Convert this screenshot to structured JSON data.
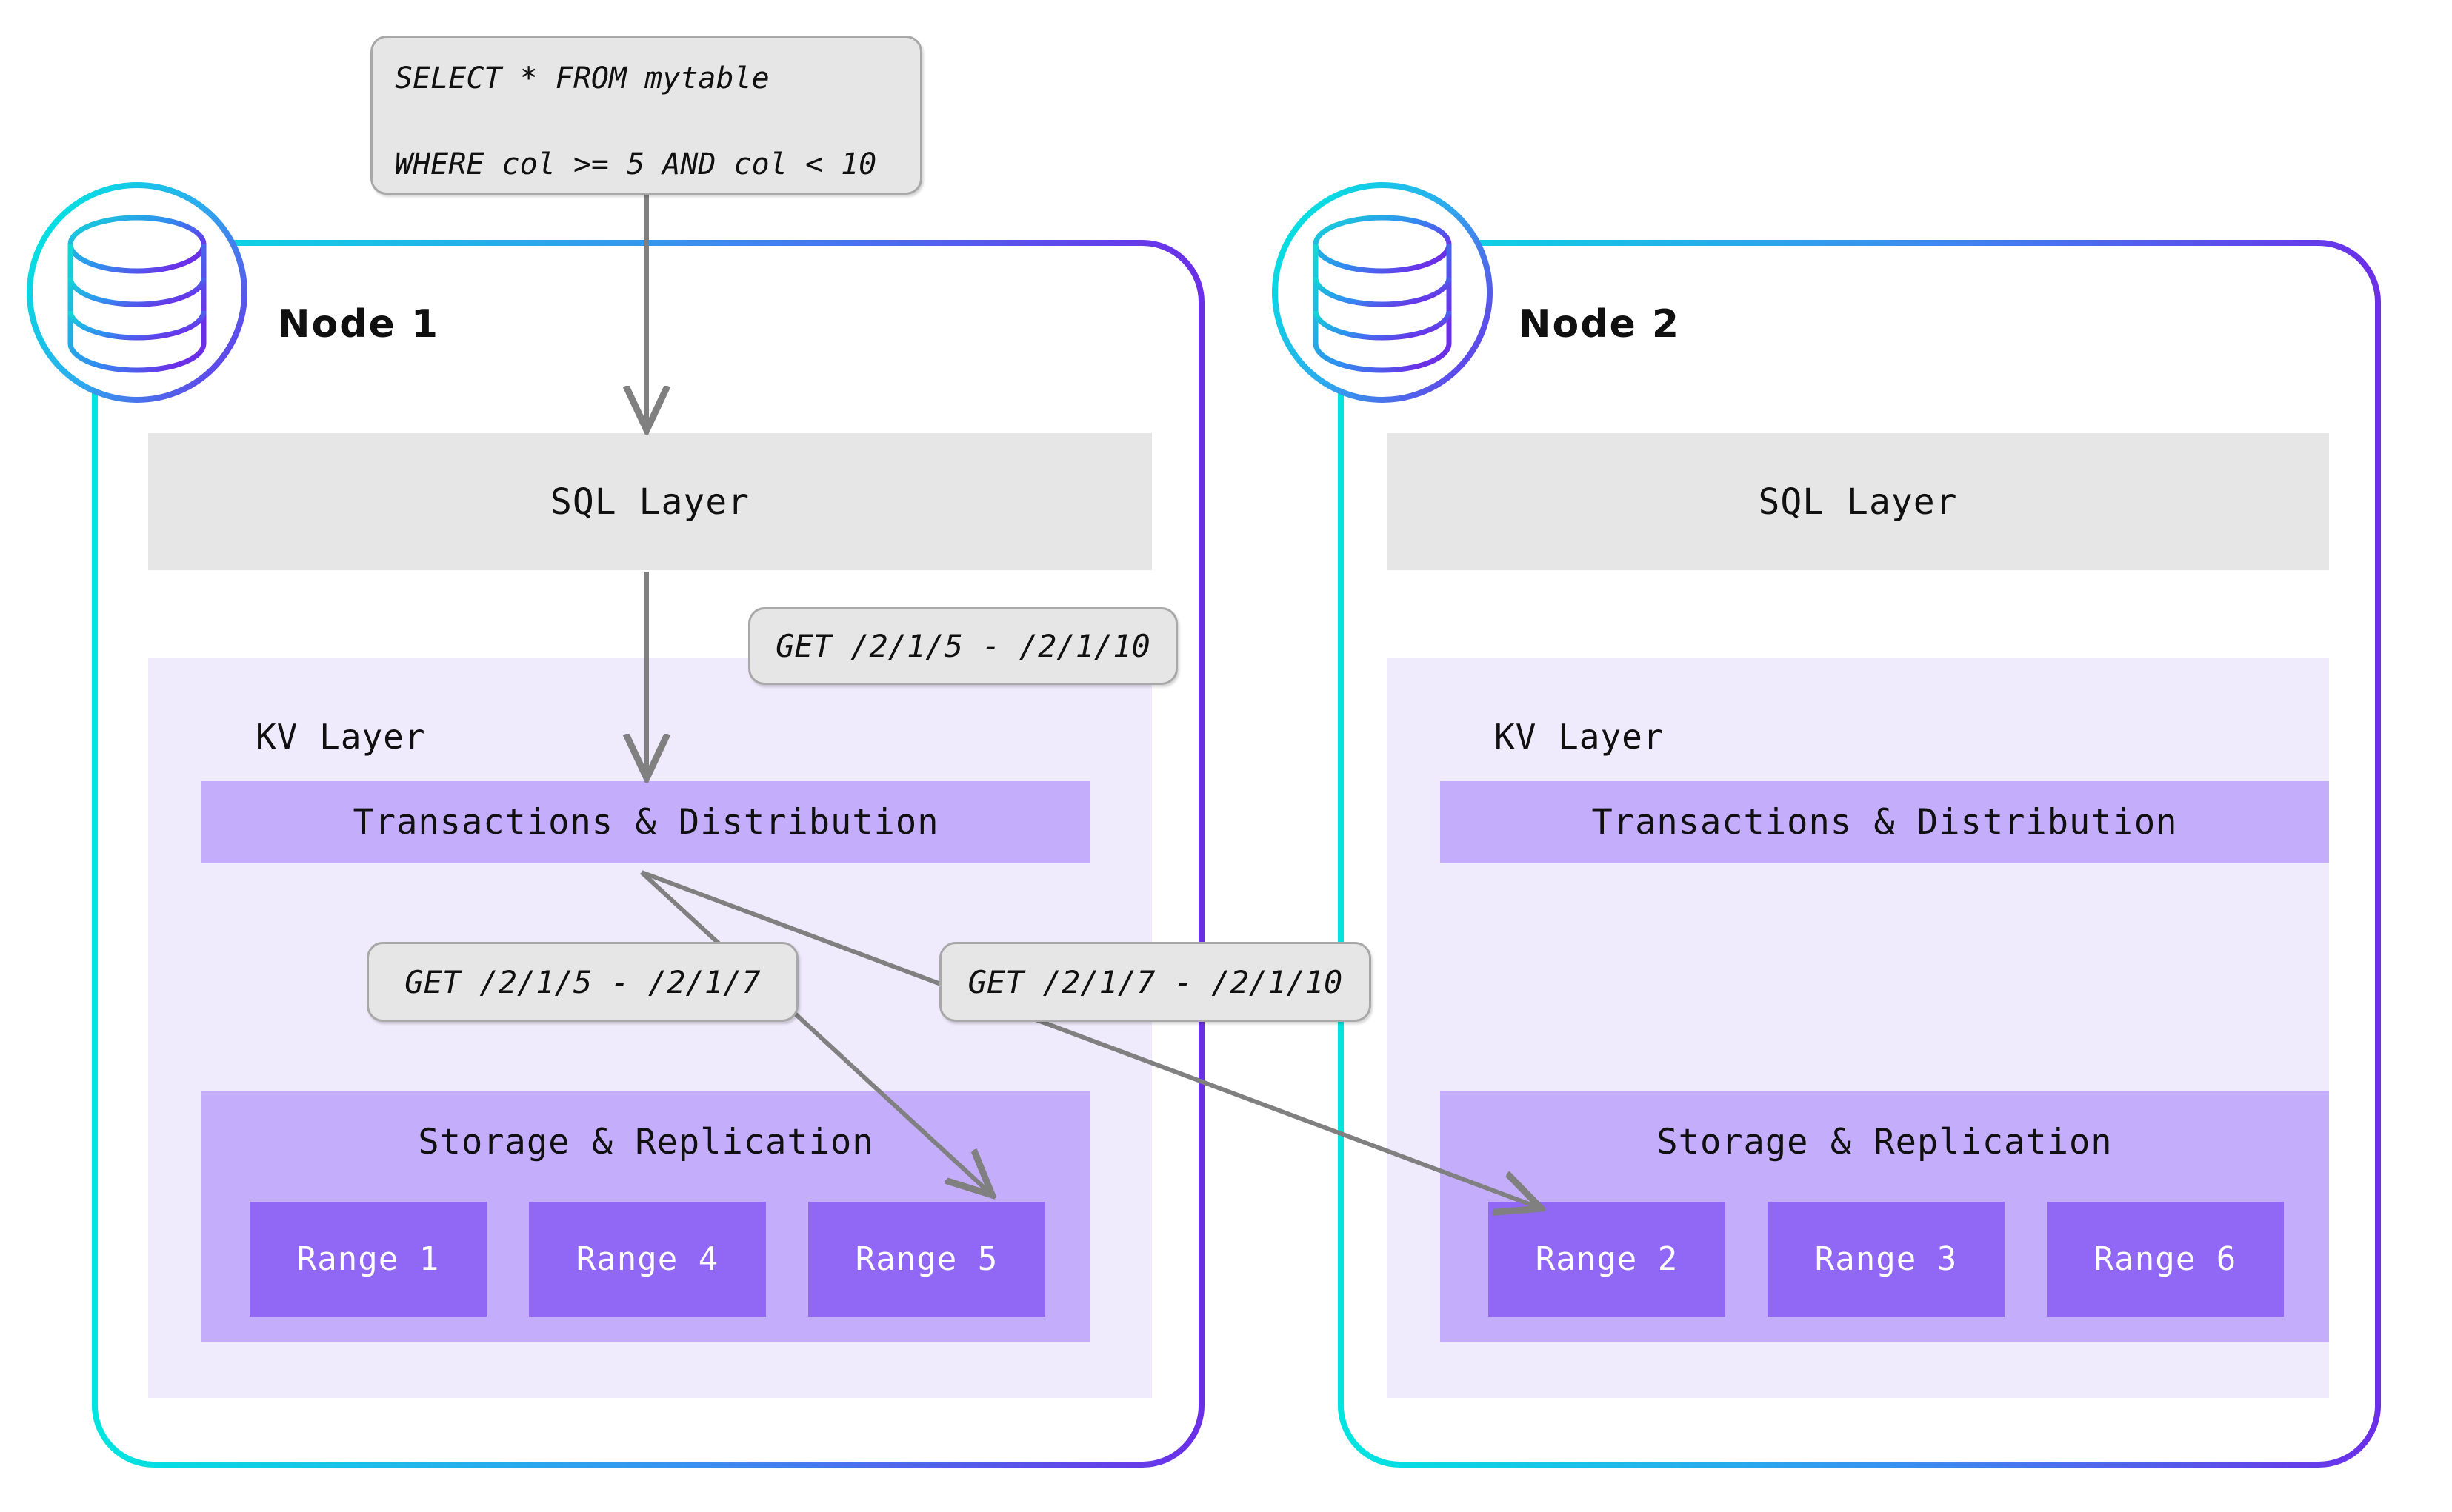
{
  "diagram": {
    "title": "CockroachDB distributed query path across two nodes",
    "colors": {
      "sql_band": "#e6e6e6",
      "kv_panel": "#efeafc",
      "txn_band": "#c4aefc",
      "storage_band": "#c4aefc",
      "range_box": "#9168f5",
      "bubble_fill": "#e6e6e6",
      "bubble_border": "#a8a8a8",
      "arrow": "#808080",
      "gradient_start": "#00e5e0",
      "gradient_end": "#6b2fe8"
    }
  },
  "query_bubble": {
    "line1": "SELECT * FROM mytable",
    "line2": "WHERE col >= 5 AND col < 10"
  },
  "callouts": [
    {
      "id": "get-full-range",
      "label": "GET /2/1/5 - /2/1/10"
    },
    {
      "id": "get-lower-range",
      "label": "GET /2/1/5 - /2/1/7"
    },
    {
      "id": "get-upper-range",
      "label": "GET /2/1/7 - /2/1/10"
    }
  ],
  "nodes": [
    {
      "id": "node-1",
      "title": "Node 1",
      "icon": "database-cylinder-icon",
      "sql_layer_label": "SQL Layer",
      "kv_layer_label": "KV Layer",
      "txn_label": "Transactions & Distribution",
      "storage_label": "Storage & Replication",
      "ranges": [
        {
          "label": "Range 1"
        },
        {
          "label": "Range 4"
        },
        {
          "label": "Range 5"
        }
      ]
    },
    {
      "id": "node-2",
      "title": "Node 2",
      "icon": "database-cylinder-icon",
      "sql_layer_label": "SQL Layer",
      "kv_layer_label": "KV Layer",
      "txn_label": "Transactions & Distribution",
      "storage_label": "Storage & Replication",
      "ranges": [
        {
          "label": "Range 2"
        },
        {
          "label": "Range 3"
        },
        {
          "label": "Range 6"
        }
      ]
    }
  ]
}
